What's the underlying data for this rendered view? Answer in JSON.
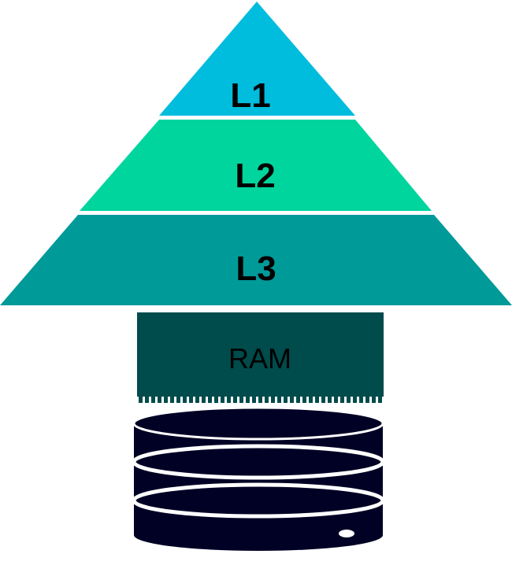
{
  "pyramid": {
    "tiers": [
      {
        "label": "L1",
        "color": "#00BCDD"
      },
      {
        "label": "L2",
        "color": "#00D59E"
      },
      {
        "label": "L3",
        "color": "#009A99"
      }
    ]
  },
  "ram": {
    "label": "RAM",
    "color": "#004B4C"
  },
  "disk": {
    "color": "#000125",
    "platter_count": 3,
    "led_color": "#FFFFFF"
  }
}
